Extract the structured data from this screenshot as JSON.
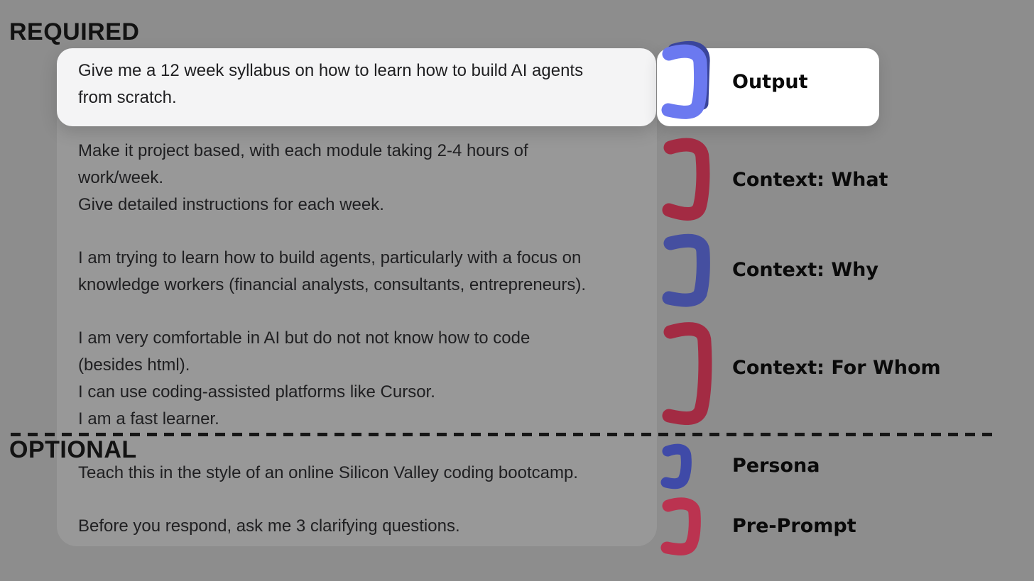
{
  "headings": {
    "required": "REQUIRED",
    "optional": "OPTIONAL"
  },
  "colors": {
    "background": "#8d8d8d",
    "panel": "#989898",
    "prompt_box": "#f4f4f5",
    "label_box": "#ffffff",
    "body_text": "#1f1f21",
    "label_text": "#0a0a0a",
    "divider": "#161616",
    "bracket_blue_bright": "#6b79f0",
    "bracket_blue_accent": "#3a459b",
    "bracket_blue_dark": "#454fa0",
    "bracket_red_dark": "#a32b43",
    "bracket_red_bright": "#bb3350"
  },
  "sections": [
    {
      "id": "output",
      "label": "Output",
      "bracket_icon": "blue-marker-bracket",
      "bracket_color": "#6b79f0",
      "bracket_accent": "#3a459b",
      "lines": [
        "Give me a 12 week syllabus on how to learn how to build AI agents",
        "from scratch."
      ]
    },
    {
      "id": "context-what",
      "label": "Context: What",
      "bracket_icon": "red-marker-bracket",
      "bracket_color": "#a32b43",
      "lines": [
        "Make it project based, with each module taking 2-4 hours of",
        "work/week.",
        "Give detailed instructions for each week."
      ]
    },
    {
      "id": "context-why",
      "label": "Context: Why",
      "bracket_icon": "blue-marker-bracket",
      "bracket_color": "#454fa0",
      "lines": [
        "I am trying to learn how to build agents, particularly with a focus on",
        "knowledge workers (financial analysts, consultants, entrepreneurs)."
      ]
    },
    {
      "id": "context-for-whom",
      "label": "Context: For Whom",
      "bracket_icon": "red-marker-bracket",
      "bracket_color": "#a32b43",
      "lines": [
        "I am very comfortable in AI but do not not know how to code",
        "(besides html).",
        "I can use coding-assisted platforms like Cursor.",
        "I am a fast learner."
      ]
    },
    {
      "id": "persona",
      "label": "Persona",
      "bracket_icon": "blue-marker-bracket",
      "bracket_color": "#3f4aa8",
      "lines": [
        "Teach this in the style of an online Silicon Valley coding bootcamp."
      ]
    },
    {
      "id": "pre-prompt",
      "label": "Pre-Prompt",
      "bracket_icon": "red-marker-bracket",
      "bracket_color": "#bb3350",
      "lines": [
        "Before you respond, ask me 3 clarifying questions."
      ]
    }
  ]
}
